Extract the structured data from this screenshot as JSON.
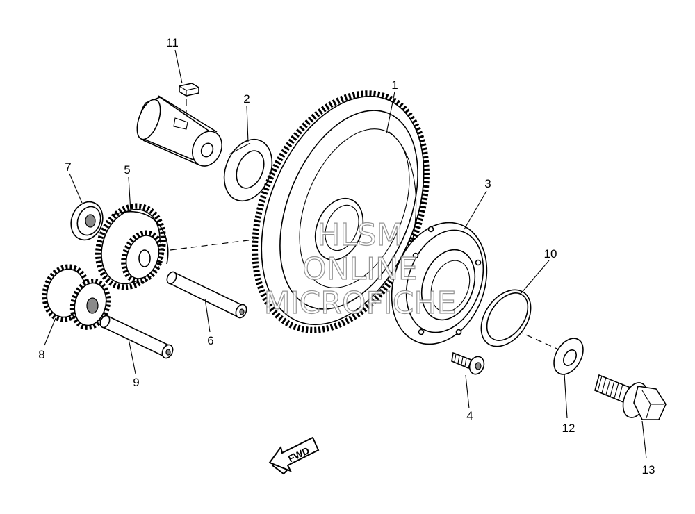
{
  "diagram": {
    "callouts": [
      {
        "id": "1",
        "label": "1"
      },
      {
        "id": "2",
        "label": "2"
      },
      {
        "id": "3",
        "label": "3"
      },
      {
        "id": "4",
        "label": "4"
      },
      {
        "id": "5",
        "label": "5"
      },
      {
        "id": "6",
        "label": "6"
      },
      {
        "id": "7",
        "label": "7"
      },
      {
        "id": "8",
        "label": "8"
      },
      {
        "id": "9",
        "label": "9"
      },
      {
        "id": "10",
        "label": "10"
      },
      {
        "id": "11",
        "label": "11"
      },
      {
        "id": "12",
        "label": "12"
      },
      {
        "id": "13",
        "label": "13"
      }
    ],
    "watermark": [
      "HLSM",
      "ONLINE",
      "MICROFICHE"
    ],
    "direction_arrow": "FWD",
    "line_color": "#000000",
    "background": "#ffffff"
  }
}
